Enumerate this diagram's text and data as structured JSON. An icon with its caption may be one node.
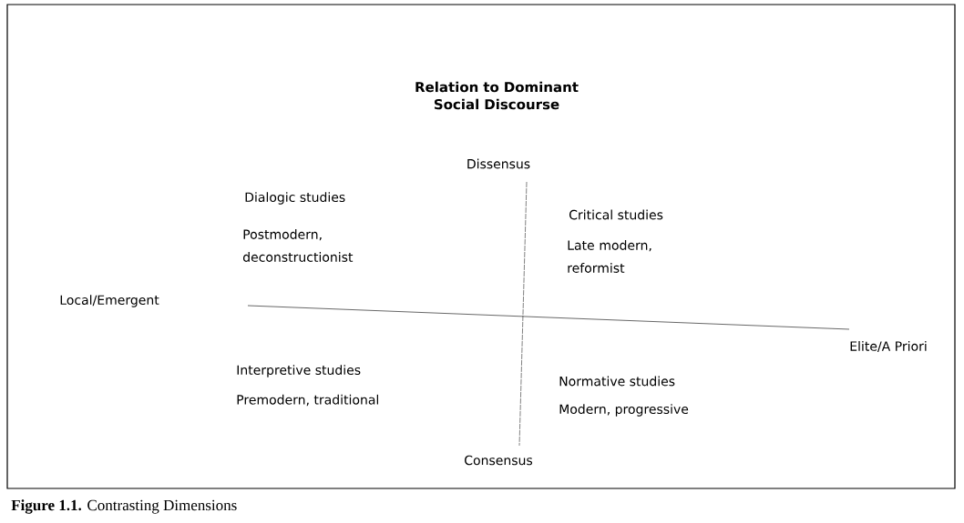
{
  "diagram": {
    "title": "Relation to Dominant Social Discourse",
    "caption": "**Figure 1.1.** Contrasting Dimensions",
    "labels": [
      "Dissensus",
      "Dialogic studies",
      "Postmodern, deconstructionist",
      "Critical studies",
      "Late modern, reformist",
      "Local/Emergent",
      "Elite/A Priori",
      "Interpretive studies",
      "Premodern, traditional",
      "Normative studies",
      "Modern, progressive",
      "Consensus"
    ]
  }
}
